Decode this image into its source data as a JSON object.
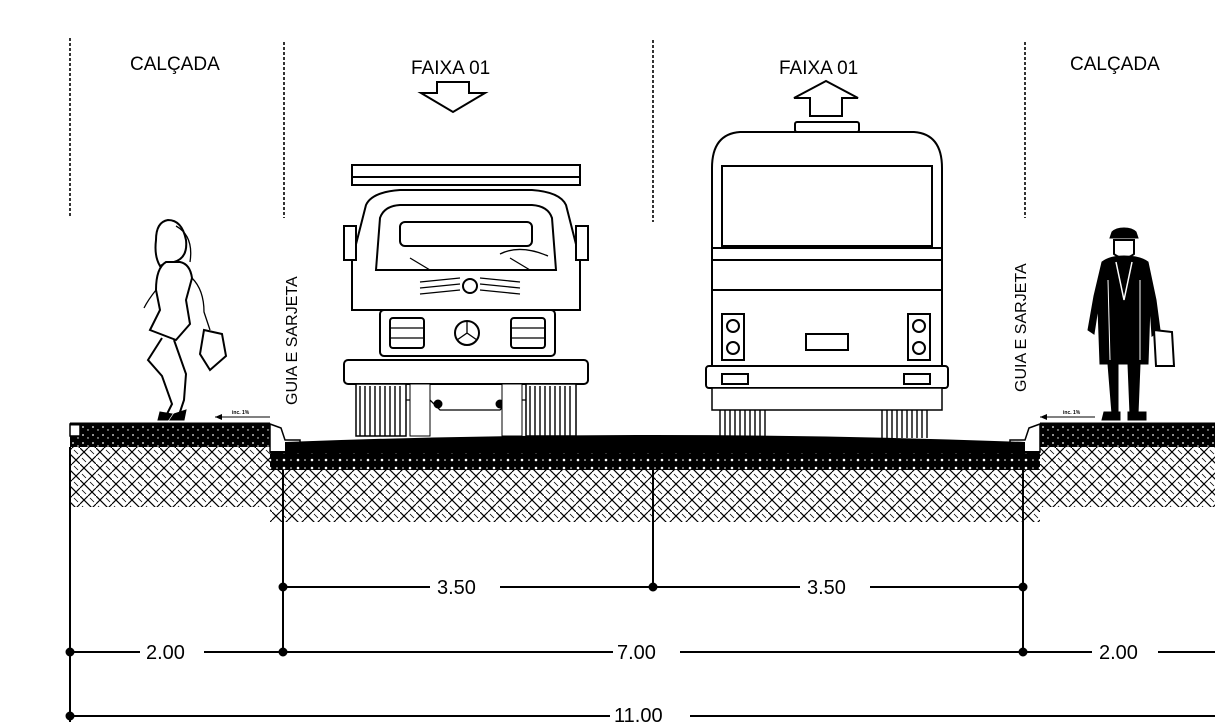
{
  "labels": {
    "sidewalk_left": "CALÇADA",
    "sidewalk_right": "CALÇADA",
    "lane_left": "FAIXA 01",
    "lane_right": "FAIXA 01",
    "curb_left": "GUIA E SARJETA",
    "curb_right": "GUIA E SARJETA",
    "slope_left": "inc. 1%",
    "slope_right": "inc. 1%"
  },
  "dimensions": {
    "lane_1": "3.50",
    "lane_2": "3.50",
    "sidewalk_left": "2.00",
    "roadway": "7.00",
    "sidewalk_right": "2.00",
    "total": "11.00"
  },
  "colors": {
    "ink": "#000000",
    "paper": "#ffffff"
  },
  "icons": {
    "arrow_down": "arrow-down-icon",
    "arrow_up": "arrow-up-icon",
    "truck": "truck-icon",
    "bus": "bus-icon",
    "woman": "pedestrian-woman-icon",
    "man": "pedestrian-man-icon"
  }
}
